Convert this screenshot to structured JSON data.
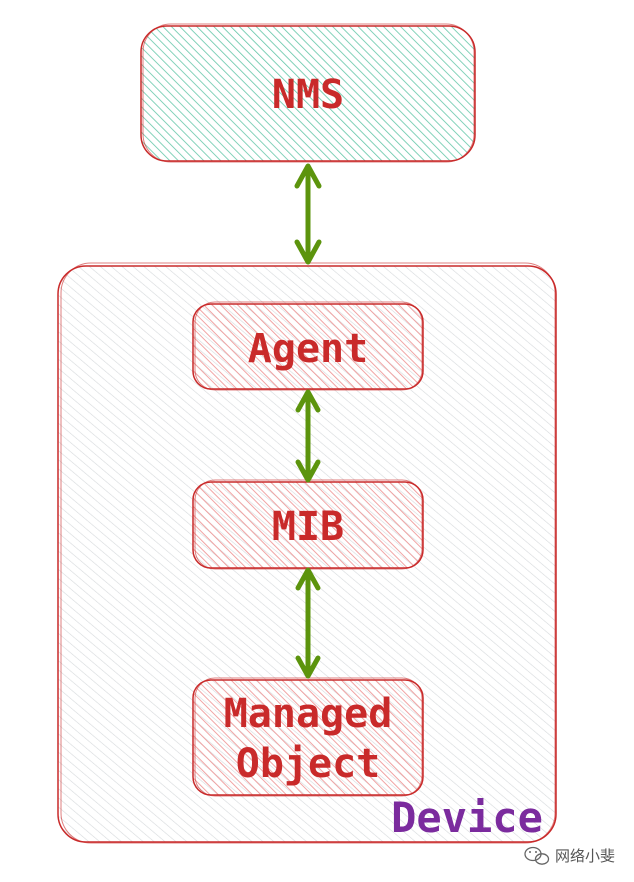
{
  "nodes": {
    "nms": "NMS",
    "agent": "Agent",
    "mib": "MIB",
    "managed_object_line1": "Managed",
    "managed_object_line2": "Object",
    "device": "Device"
  },
  "watermark": {
    "text": "网络小斐",
    "icon": "wechat-icon"
  },
  "colors": {
    "nms_fill": "#63c6a8",
    "inner_fill": "#ef9a9a",
    "device_fill": "#ced4da",
    "stroke": "#c92a2a",
    "arrow": "#5c940d",
    "text_red": "#c92a2a",
    "text_purple": "#7b2b9e"
  }
}
